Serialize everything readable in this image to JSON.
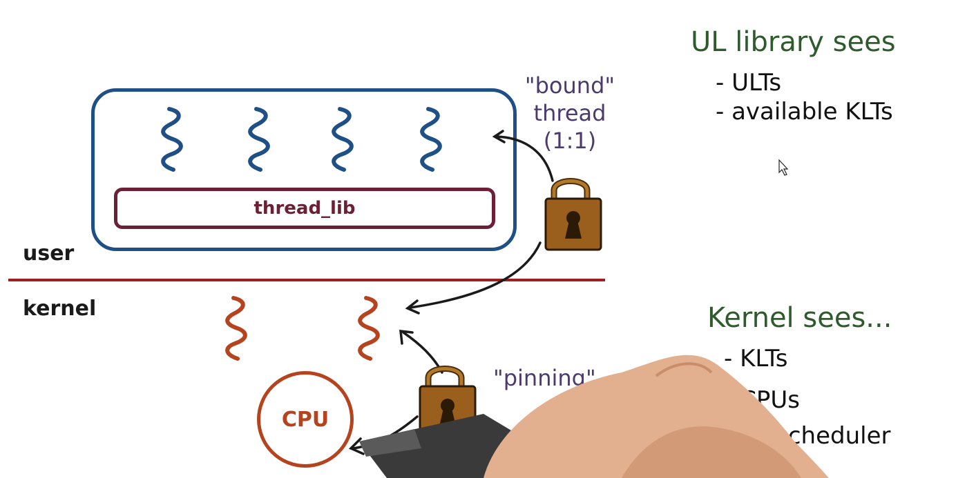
{
  "diagram": {
    "zones": {
      "user_label": "user",
      "kernel_label": "kernel"
    },
    "thread_lib_label": "thread_lib",
    "cpu_label": "CPU",
    "bound_note": [
      "\"bound\"",
      "thread",
      "(1:1)"
    ],
    "pinning_note": "\"pinning\"",
    "user_threads_count": 4,
    "kernel_threads_count": 2
  },
  "ul_library": {
    "heading": "UL library sees",
    "items": [
      "- ULTs",
      "- available KLTs"
    ]
  },
  "kernel_sees": {
    "heading": "Kernel sees...",
    "items": [
      "- KLTs",
      "- CPUs",
      "- KL scheduler"
    ]
  },
  "colors": {
    "user_thread": "#1e4f86",
    "kernel_thread": "#b5431e",
    "thread_lib_border": "#6b2036",
    "divider": "#a01e22",
    "lock_body": "#9a5f1c",
    "green_text": "#2e5a2c",
    "purple_text": "#4a3a6e"
  },
  "icons": [
    "lock-icon",
    "cursor-icon",
    "squiggle-thread-icon",
    "hand-with-marker"
  ]
}
